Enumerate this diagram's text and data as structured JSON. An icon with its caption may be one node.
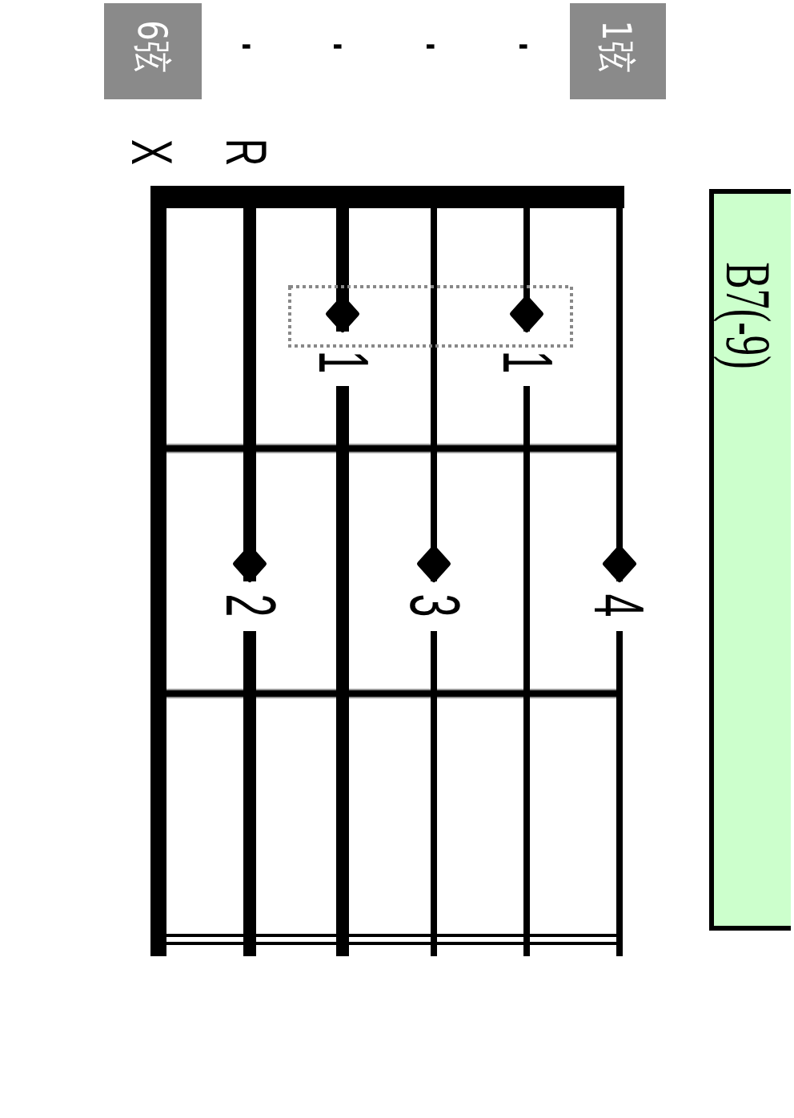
{
  "diagram": {
    "nodes": [
      {
        "text": [
          "B7(-9)"
        ]
      },
      {
        "text": [
          "6弦"
        ]
      },
      {
        "text": [
          "1弦"
        ]
      }
    ],
    "labels": [
      ".",
      ".",
      ".",
      ".",
      "X",
      "R",
      "1",
      "1",
      "2",
      "3",
      "4"
    ]
  }
}
